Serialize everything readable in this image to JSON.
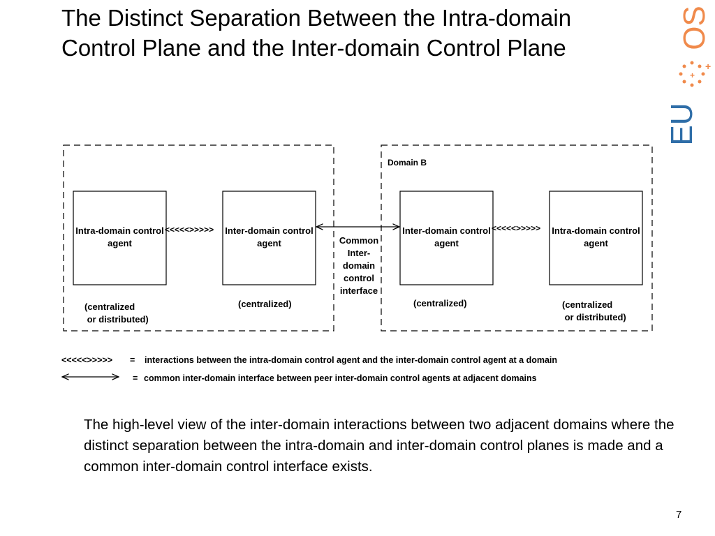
{
  "slide": {
    "title": "The Distinct Separation Between the Intra-domain Control Plane and the Inter-domain Control Plane",
    "page_number": "7",
    "caption": "The high-level view of the inter-domain interactions between two adjacent domains where the distinct separation between the intra-domain and inter-domain control planes is made and a common inter-domain control interface exists."
  },
  "logo": {
    "text_top": "OS",
    "text_bottom": "EU",
    "color": "#f08a4b",
    "color_dark": "#2f6ea8"
  },
  "diagram": {
    "domain_b_label": "Domain B",
    "agents": [
      {
        "label": "Intra-domain control agent",
        "note": "(centralized\n or distributed)"
      },
      {
        "label": "Inter-domain control agent",
        "note": "(centralized)"
      },
      {
        "label": "Inter-domain control agent",
        "note": "(centralized)"
      },
      {
        "label": "Intra-domain control agent",
        "note": "(centralized\n or distributed)"
      }
    ],
    "intra_link_symbol": "<<<<<>>>>>",
    "interface_label": "Common Inter-domain control interface"
  },
  "legend": {
    "intra_symbol": "<<<<<>>>>>",
    "equals": "=",
    "intra_text": "interactions between the intra-domain control agent and the inter-domain control agent at a domain",
    "inter_text": "common inter-domain interface between peer inter-domain control agents at adjacent domains"
  }
}
